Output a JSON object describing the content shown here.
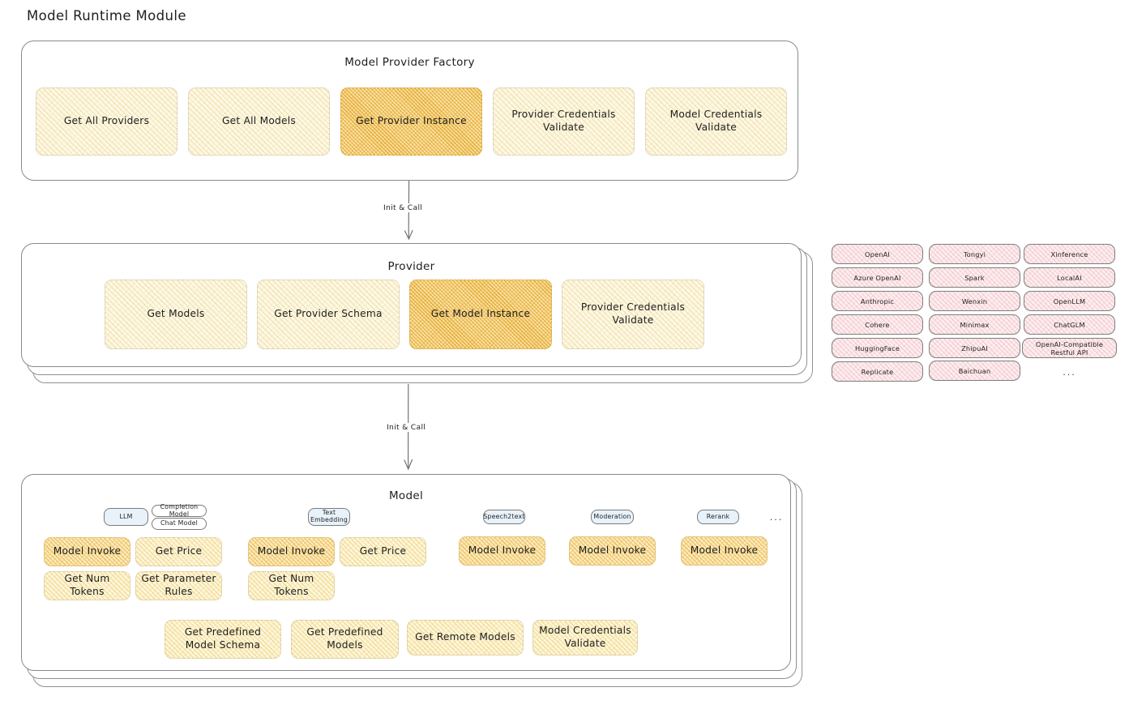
{
  "page": {
    "title": "Model Runtime Module"
  },
  "factory": {
    "title": "Model Provider Factory",
    "nodes": [
      {
        "label": "Get All Providers",
        "highlight": false
      },
      {
        "label": "Get All Models",
        "highlight": false
      },
      {
        "label": "Get Provider Instance",
        "highlight": true
      },
      {
        "label": "Provider Credentials Validate",
        "highlight": false
      },
      {
        "label": "Model Credentials Validate",
        "highlight": false
      }
    ]
  },
  "arrows": [
    {
      "label": "Init & Call",
      "from": "Model Provider Factory",
      "to": "Provider"
    },
    {
      "label": "Init & Call",
      "from": "Provider",
      "to": "Model"
    }
  ],
  "provider": {
    "title": "Provider",
    "nodes": [
      {
        "label": "Get Models",
        "highlight": false
      },
      {
        "label": "Get Provider Schema",
        "highlight": false
      },
      {
        "label": "Get Model Instance",
        "highlight": true
      },
      {
        "label": "Provider Credentials Validate",
        "highlight": false
      }
    ]
  },
  "provider_list": {
    "columns": [
      {
        "items": [
          "OpenAI",
          "Azure OpenAI",
          "Anthropic",
          "Cohere",
          "HuggingFace",
          "Replicate"
        ]
      },
      {
        "items": [
          "Tongyi",
          "Spark",
          "Wenxin",
          "Minimax",
          "ZhipuAI",
          "Baichuan"
        ]
      },
      {
        "items": [
          "Xinference",
          "LocalAI",
          "OpenLLM",
          "ChatGLM",
          "OpenAI-Compatible Restful API"
        ]
      }
    ],
    "more_mark": "..."
  },
  "model": {
    "title": "Model",
    "more_mark": "...",
    "types": [
      {
        "badge": "LLM",
        "sub_badges": [
          "Completion Model",
          "Chat Model"
        ],
        "nodes": [
          {
            "label": "Model Invoke",
            "highlight": true
          },
          {
            "label": "Get Price",
            "highlight": false
          },
          {
            "label": "Get Num Tokens",
            "highlight": false
          },
          {
            "label": "Get Parameter Rules",
            "highlight": false
          }
        ]
      },
      {
        "badge": "Text Embedding",
        "sub_badges": [],
        "nodes": [
          {
            "label": "Model Invoke",
            "highlight": true
          },
          {
            "label": "Get Price",
            "highlight": false
          },
          {
            "label": "Get Num Tokens",
            "highlight": false
          }
        ]
      },
      {
        "badge": "Speech2text",
        "sub_badges": [],
        "nodes": [
          {
            "label": "Model Invoke",
            "highlight": true
          }
        ]
      },
      {
        "badge": "Moderation",
        "sub_badges": [],
        "nodes": [
          {
            "label": "Model Invoke",
            "highlight": true
          }
        ]
      },
      {
        "badge": "Rerank",
        "sub_badges": [],
        "nodes": [
          {
            "label": "Model Invoke",
            "highlight": true
          }
        ]
      }
    ],
    "common_nodes": [
      {
        "label": "Get Predefined Model Schema"
      },
      {
        "label": "Get Predefined Models"
      },
      {
        "label": "Get Remote Models"
      },
      {
        "label": "Model Credentials Validate"
      }
    ]
  },
  "colors": {
    "canvas": "#ffffff",
    "stroke": "#8a8a8a",
    "text": "#1e1e1e",
    "node_cream": "#fdf8e6",
    "node_amber": "#fbe2a8",
    "pill_pink": "#fdeef0",
    "badge_blue": "#e8f2fb"
  }
}
